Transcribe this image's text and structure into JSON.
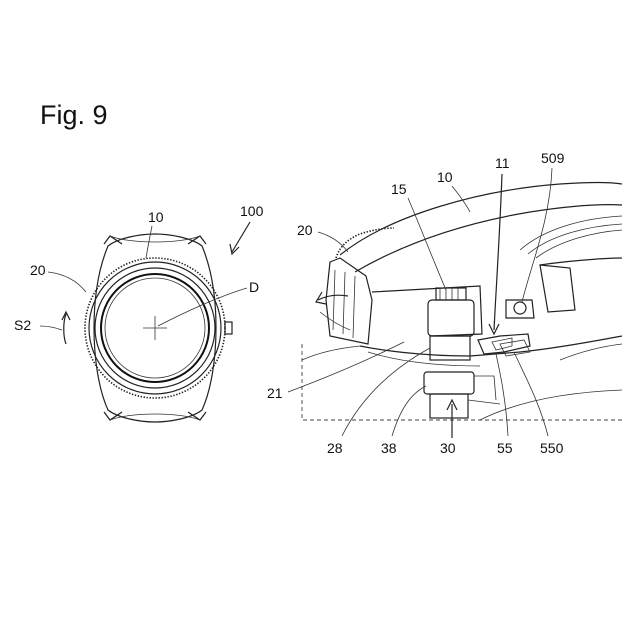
{
  "figure": {
    "title": "Fig. 9"
  },
  "labels": {
    "l10_front": "10",
    "l100": "100",
    "l20_front": "20",
    "lD": "D",
    "lS2": "S2",
    "l15": "15",
    "l10_side": "10",
    "l11": "11",
    "l509": "509",
    "l20_side": "20",
    "l21": "21",
    "l28": "28",
    "l38": "38",
    "l30": "30",
    "l55": "55",
    "l550": "550"
  }
}
